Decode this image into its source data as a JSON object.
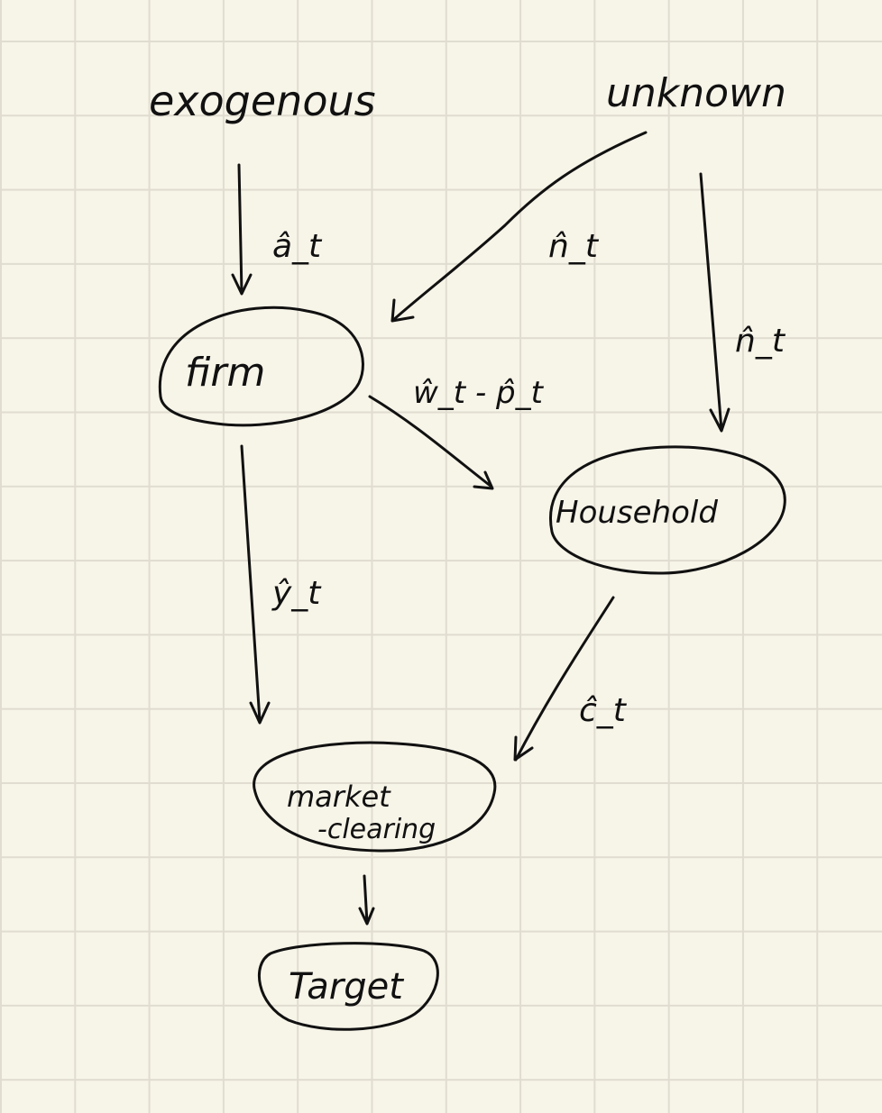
{
  "nodes": {
    "exogenous": "exogenous",
    "unknown": "unknown",
    "firm": "firm",
    "household": "Household",
    "market_line1": "market",
    "market_line2": "-clearing",
    "target": "Target"
  },
  "edges": {
    "exogenous_to_firm": "â_t",
    "unknown_to_firm": "n̂_t",
    "unknown_to_household": "n̂_t",
    "firm_to_household": "ŵ_t - p̂_t",
    "firm_to_market": "ŷ_t",
    "household_to_market": "ĉ_t"
  }
}
